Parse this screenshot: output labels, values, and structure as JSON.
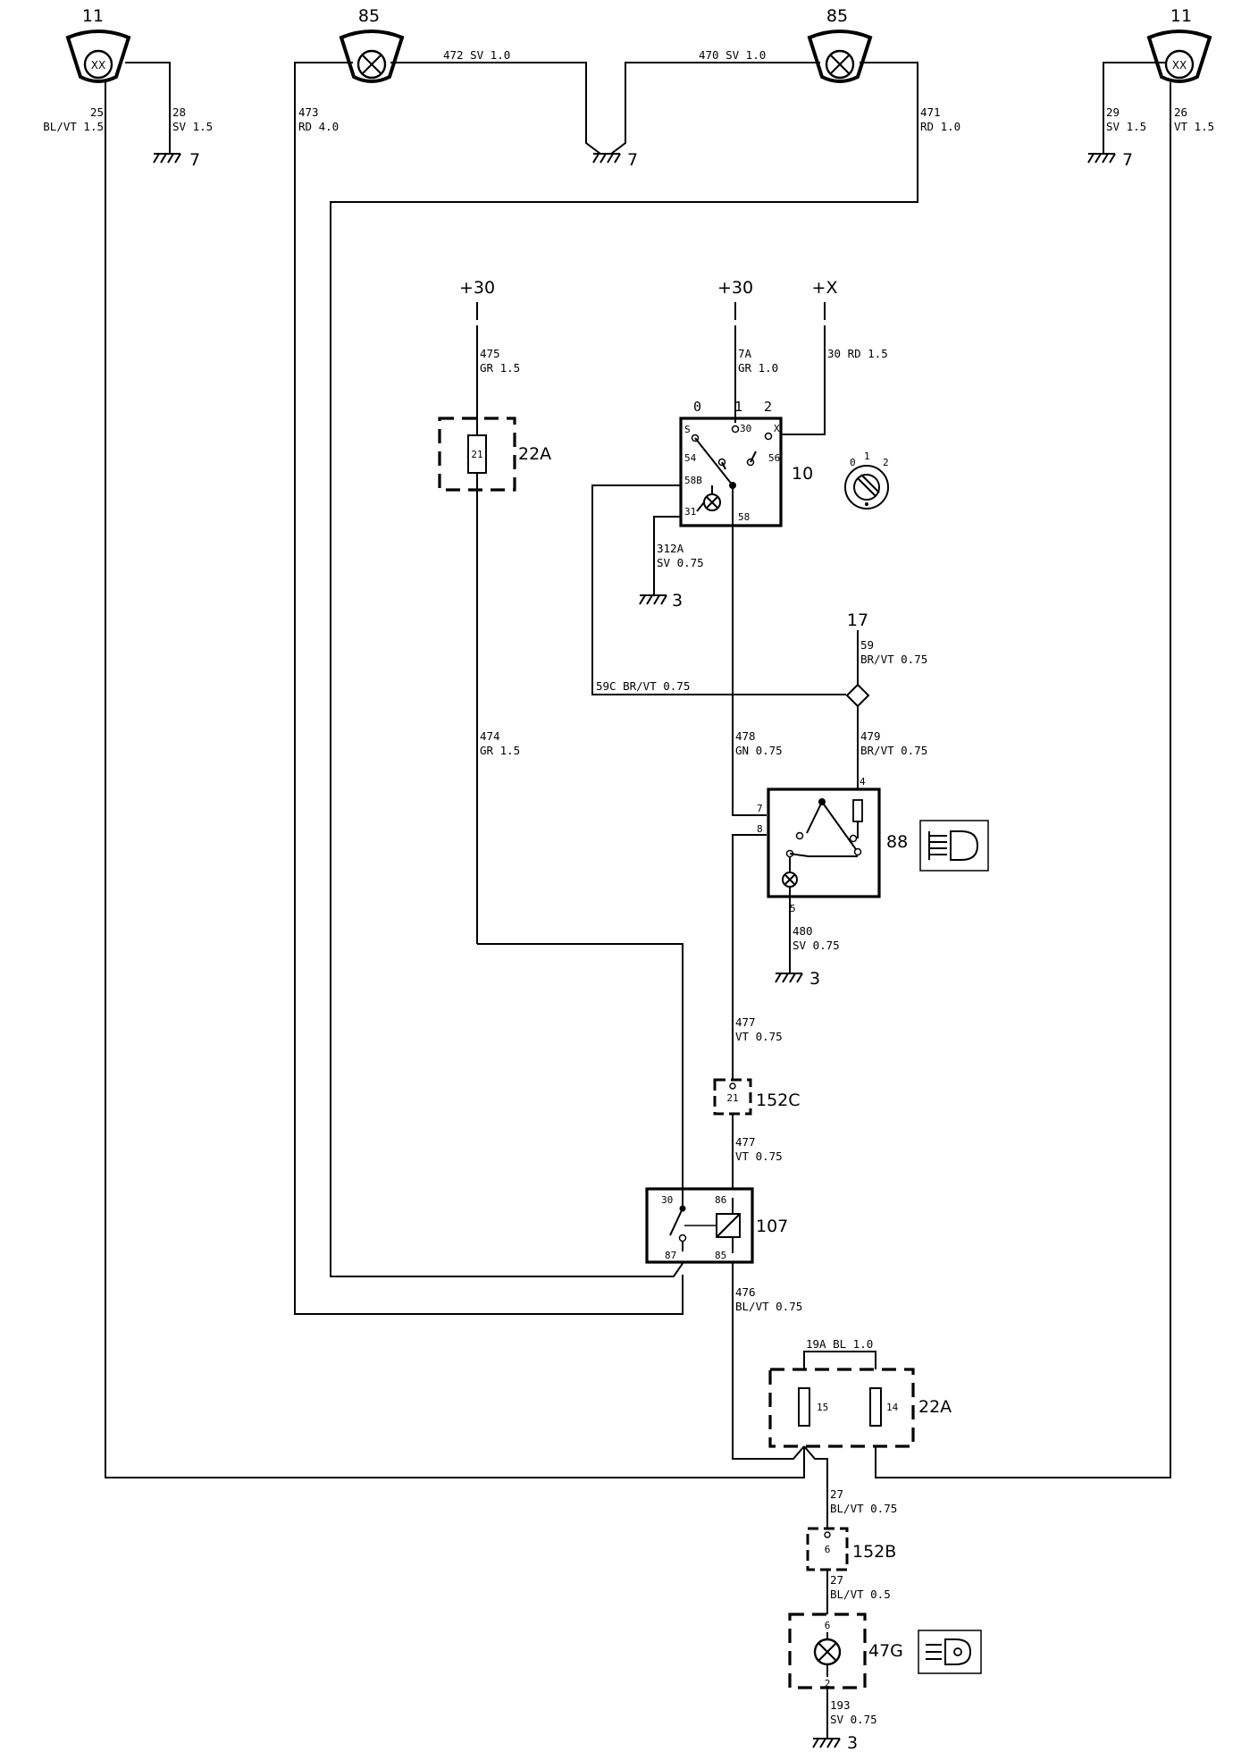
{
  "title": "",
  "components": {
    "lamp_left": "11",
    "lamp_right": "11",
    "lamp_85_left": "85",
    "lamp_85_right": "85",
    "lamp_xx": "XX",
    "supply_a": "+30",
    "supply_b": "+30",
    "supply_x": "+X",
    "fuse_box_top": "22A",
    "fuse_box_top_pin": "21",
    "light_switch": "10",
    "switch_positions": [
      "0",
      "1",
      "2"
    ],
    "switch_pins": [
      "S",
      "30",
      "X",
      "54",
      "56",
      "58B",
      "31",
      "58"
    ],
    "knob_positions": [
      "0",
      "1",
      "2"
    ],
    "dimmer_ref": "17",
    "relay_88": "88",
    "relay_88_pins": [
      "7",
      "8",
      "4",
      "5"
    ],
    "connector_152c": "152C",
    "connector_152c_pin": "21",
    "relay_107": "107",
    "relay_107_pins": [
      "30",
      "86",
      "87",
      "85"
    ],
    "fuse_box_bottom": "22A",
    "fuse_box_bottom_pins": [
      "15",
      "14"
    ],
    "connector_152b": "152B",
    "connector_152b_pin": "6",
    "foglamp_47g": "47G",
    "foglamp_47g_pins": [
      "6",
      "2"
    ]
  },
  "grounds": {
    "g7a": "7",
    "g7b": "7",
    "g7c": "7",
    "g3a": "3",
    "g3b": "3",
    "g3c": "3"
  },
  "wires": {
    "w25": [
      "25",
      "BL/VT 1.5"
    ],
    "w28": [
      "28",
      "SV 1.5"
    ],
    "w472": "472 SV 1.0",
    "w470": "470 SV 1.0",
    "w473": [
      "473",
      "RD 4.0"
    ],
    "w471": [
      "471",
      "RD 1.0"
    ],
    "w29": [
      "29",
      "SV 1.5"
    ],
    "w26": [
      "26",
      "VT 1.5"
    ],
    "w475": [
      "475",
      "GR 1.5"
    ],
    "w7a": [
      "7A",
      "GR 1.0"
    ],
    "w30": "30 RD 1.5",
    "w312a": [
      "312A",
      "SV 0.75"
    ],
    "w59": [
      "59",
      "BR/VT 0.75"
    ],
    "w59c": "59C BR/VT 0.75",
    "w474": [
      "474",
      "GR 1.5"
    ],
    "w478": [
      "478",
      "GN 0.75"
    ],
    "w479": [
      "479",
      "BR/VT 0.75"
    ],
    "w480": [
      "480",
      "SV 0.75"
    ],
    "w477a": [
      "477",
      "VT 0.75"
    ],
    "w477b": [
      "477",
      "VT 0.75"
    ],
    "w476": [
      "476",
      "BL/VT 0.75"
    ],
    "w19a": "19A BL 1.0",
    "w27a": [
      "27",
      "BL/VT 0.75"
    ],
    "w27b": [
      "27",
      "BL/VT 0.5"
    ],
    "w193": [
      "193",
      "SV 0.75"
    ]
  },
  "icons": {
    "headlamp_symbol": "headlamp-icon",
    "fog_lamp_symbol": "foglamp-icon",
    "bulb": "bulb-icon",
    "ground": "ground-icon",
    "fuse": "fuse-icon"
  }
}
